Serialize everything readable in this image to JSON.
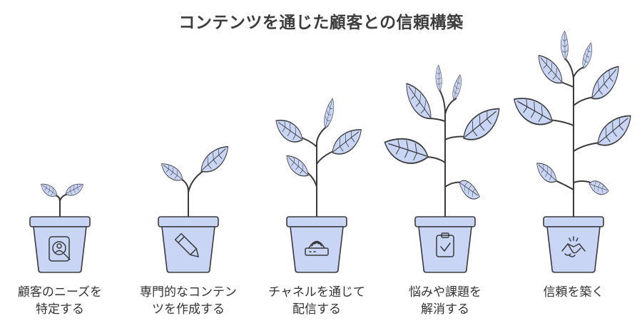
{
  "title": "コンテンツを通じた顧客との信頼構築",
  "colors": {
    "fill": "#C9D5F5",
    "stroke": "#3A3A3A",
    "background": "#FFFFFF"
  },
  "stages": [
    {
      "label_lines": [
        "顧客のニーズを",
        "特定する"
      ],
      "icon": "person-search-icon"
    },
    {
      "label_lines": [
        "専門的なコンテン",
        "ツを作成する"
      ],
      "icon": "pencil-icon"
    },
    {
      "label_lines": [
        "チャネルを通じて",
        "配信する"
      ],
      "icon": "router-icon"
    },
    {
      "label_lines": [
        "悩みや課題を",
        "解消する"
      ],
      "icon": "clipboard-check-icon"
    },
    {
      "label_lines": [
        "信頼を築く"
      ],
      "icon": "handshake-icon"
    }
  ]
}
